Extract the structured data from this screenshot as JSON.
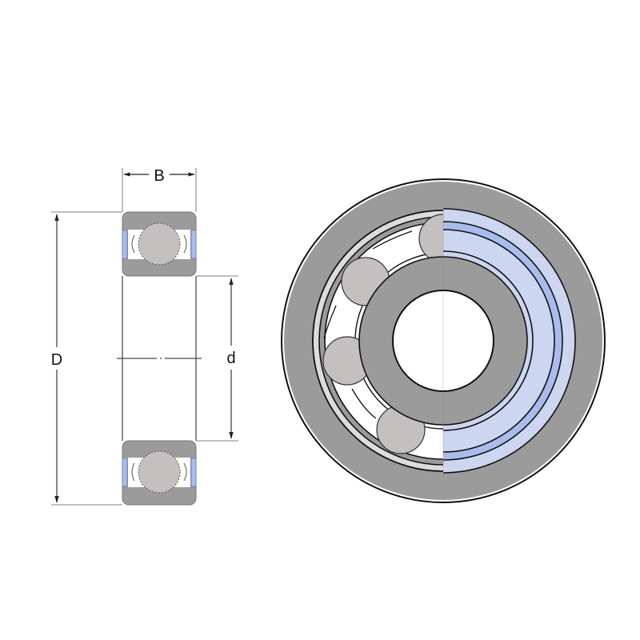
{
  "diagram": {
    "subject": "Deep groove ball bearing, sealed (2RS)",
    "views": [
      "side-section-view",
      "front-view"
    ],
    "dimensions": {
      "B": {
        "label": "B",
        "meaning": "width"
      },
      "D": {
        "label": "D",
        "meaning": "outer diameter"
      },
      "d": {
        "label": "d",
        "meaning": "bore diameter"
      }
    },
    "colors": {
      "background": "#ffffff",
      "ring_gray": "#9b9b9b",
      "ball_gray": "#c4c0c0",
      "cage_light": "#dcdcdc",
      "seal_light_blue": "#ccd6f0",
      "seal_mid_blue": "#a9bcec",
      "outline": "#111111",
      "dimension_line": "#8a8a8a"
    },
    "front_view": {
      "visible_ball_count": 4,
      "left_half": "seal removed, balls and cage visible",
      "right_half": "seal shown in blue"
    }
  }
}
